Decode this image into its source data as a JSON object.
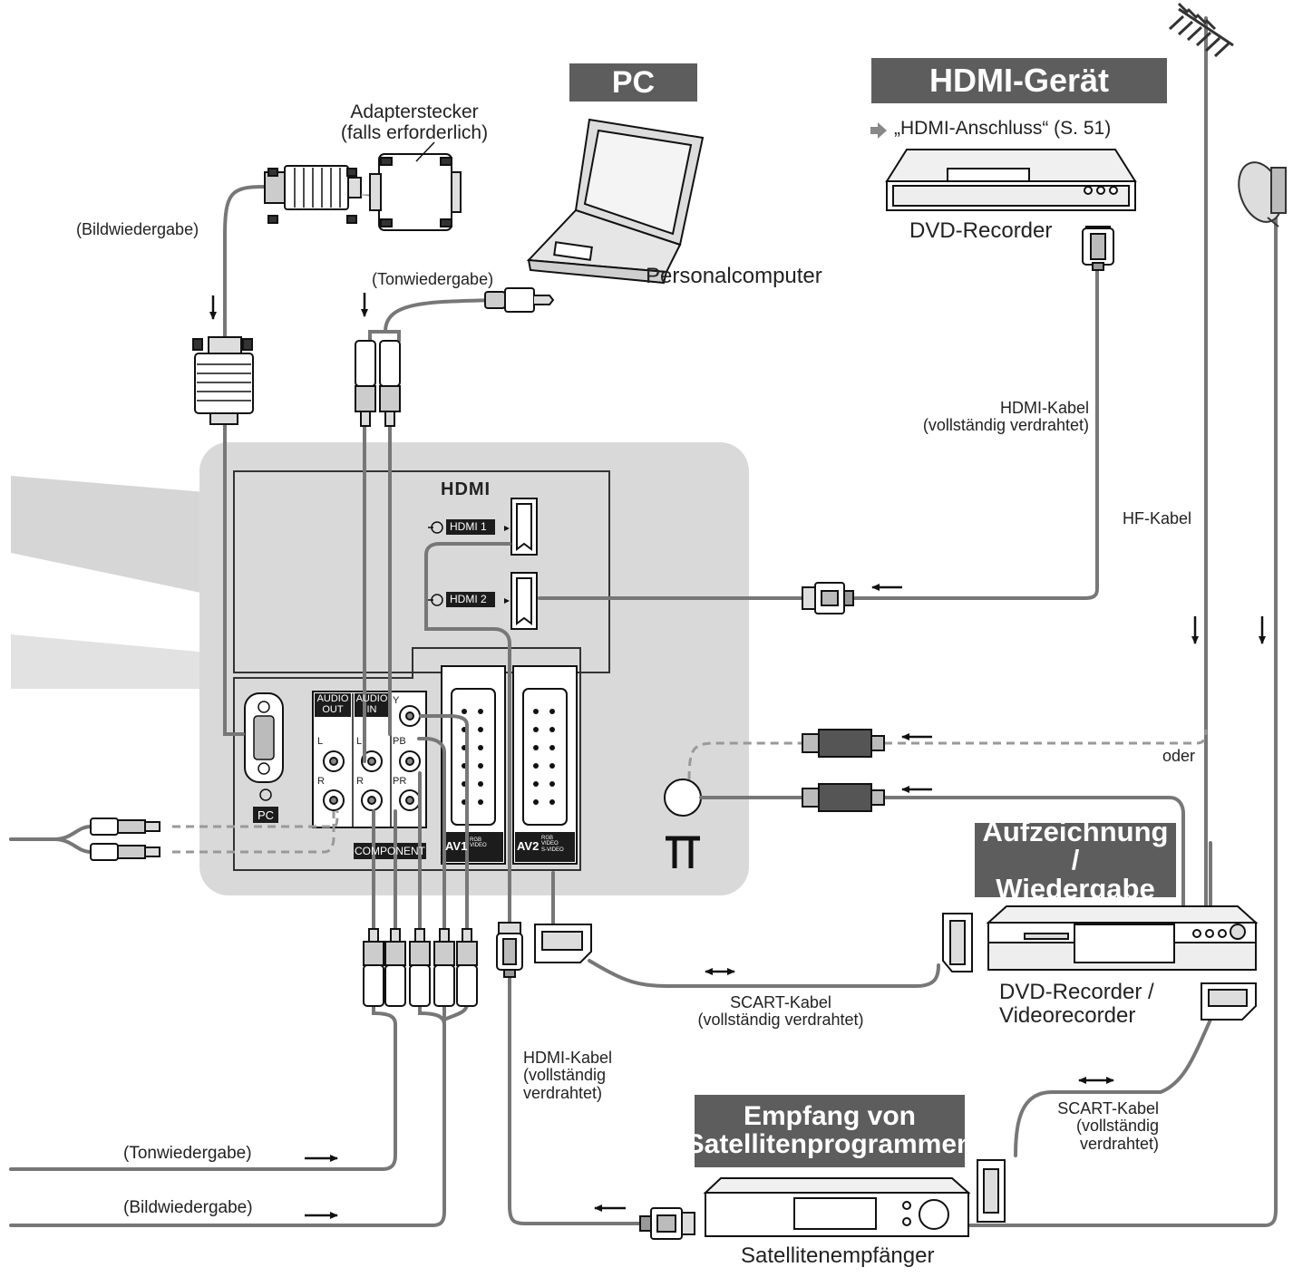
{
  "headers": {
    "pc": "PC",
    "hdmi_device": "HDMI-Gerät",
    "recording": [
      "Aufzeichnung /",
      "Wiedergabe"
    ],
    "satellite": [
      "Empfang von",
      "Satellitenprogrammen"
    ]
  },
  "pc_section": {
    "adapter": [
      "Adapterstecker",
      "(falls erforderlich)"
    ],
    "video_playback": "(Bildwiedergabe)",
    "audio_playback": "(Tonwiedergabe)",
    "computer": "Personalcomputer"
  },
  "hdmi_section": {
    "reference": "„HDMI-Anschluss“ (S. 51)",
    "device": "DVD-Recorder",
    "cable": [
      "HDMI-Kabel",
      "(vollständig verdrahtet)"
    ]
  },
  "antenna": {
    "rf_cable": "HF-Kabel",
    "or": "oder"
  },
  "recorder": {
    "device": [
      "DVD-Recorder /",
      "Videorecorder"
    ],
    "scart_cable": [
      "SCART-Kabel",
      "(vollständig verdrahtet)"
    ]
  },
  "satellite_receiver": {
    "device": "Satellitenempfänger",
    "hdmi_cable": [
      "HDMI-Kabel",
      "(vollständig",
      "verdrahtet)"
    ],
    "scart_cable": [
      "SCART-Kabel",
      "(vollständig",
      "verdrahtet)"
    ]
  },
  "bottom_left": {
    "audio": "(Tonwiedergabe)",
    "video": "(Bildwiedergabe)"
  },
  "panel": {
    "hdmi_logo": "HDMI",
    "hdmi1": "HDMI 1",
    "hdmi2": "HDMI 2",
    "audio_out": [
      "AUDIO",
      "OUT"
    ],
    "audio_in": [
      "AUDIO",
      "IN"
    ],
    "l": "L",
    "r": "R",
    "y": "Y",
    "pb": "PB",
    "pr": "PR",
    "component": "COMPONENT",
    "pc": "PC",
    "av1": "AV1",
    "av2": "AV2",
    "av1_sub": [
      "RGB",
      "VIDEO"
    ],
    "av2_sub": [
      "RGB",
      "VIDEO",
      "S-VIDEO"
    ]
  }
}
